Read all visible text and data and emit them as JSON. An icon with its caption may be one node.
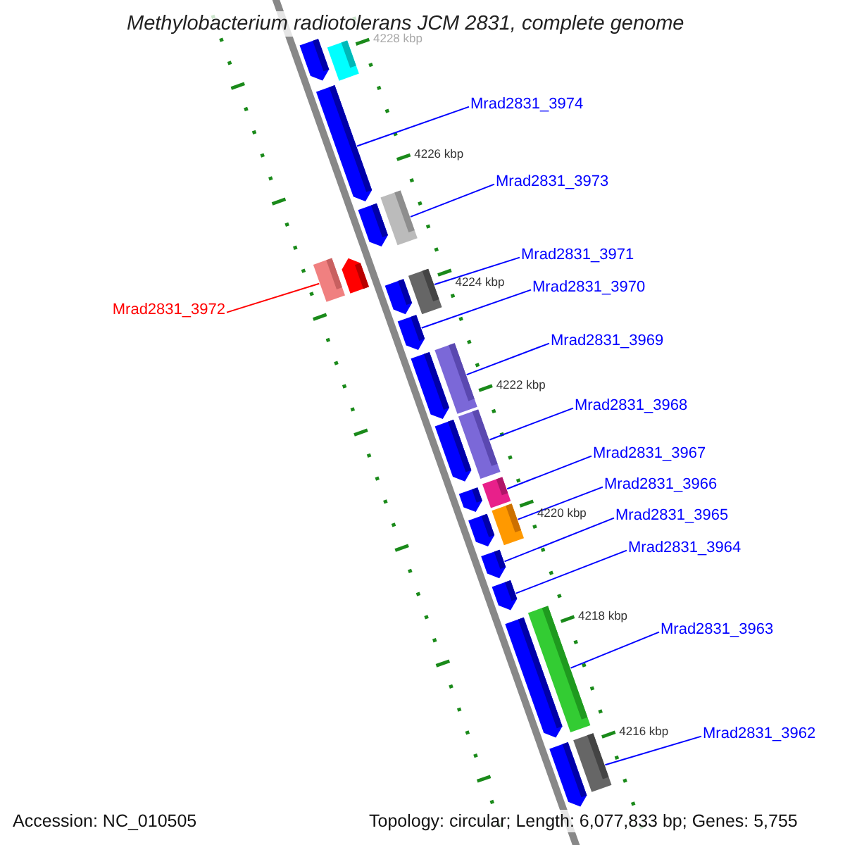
{
  "diagram": {
    "title": "Methylobacterium radiotolerans JCM 2831, complete genome",
    "nodes": [
      {
        "text": [
          "Mrad2831_3974"
        ]
      },
      {
        "text": [
          "Mrad2831_3973"
        ]
      },
      {
        "text": [
          "Mrad2831_3971"
        ]
      },
      {
        "text": [
          "Mrad2831_3970"
        ]
      },
      {
        "text": [
          "Mrad2831_3972"
        ]
      },
      {
        "text": [
          "Mrad2831_3969"
        ]
      },
      {
        "text": [
          "Mrad2831_3968"
        ]
      },
      {
        "text": [
          "Mrad2831_3967"
        ]
      },
      {
        "text": [
          "Mrad2831_3966"
        ]
      },
      {
        "text": [
          "Mrad2831_3965"
        ]
      },
      {
        "text": [
          "Mrad2831_3964"
        ]
      },
      {
        "text": [
          "Mrad2831_3963"
        ]
      },
      {
        "text": [
          "Mrad2831_3962"
        ]
      },
      {
        "text": [],
        "shape": "arrow"
      },
      {
        "text": [],
        "shape": "arrow"
      },
      {
        "text": [],
        "shape": "arrow"
      },
      {
        "text": [],
        "shape": "arrow"
      },
      {
        "text": [],
        "shape": "arrow"
      },
      {
        "text": [],
        "shape": "arrow"
      },
      {
        "text": [],
        "shape": "arrow"
      },
      {
        "text": [],
        "shape": "arrow"
      },
      {
        "text": [],
        "shape": "arrow"
      },
      {
        "text": [],
        "shape": "arrow"
      },
      {
        "text": [],
        "shape": "arrow"
      },
      {
        "text": [],
        "shape": "arrow"
      },
      {
        "text": [],
        "shape": "arrow"
      },
      {
        "text": [],
        "shape": "box"
      },
      {
        "text": [],
        "shape": "box"
      },
      {
        "text": [],
        "shape": "box"
      },
      {
        "text": [],
        "shape": "box"
      },
      {
        "text": [],
        "shape": "box"
      },
      {
        "text": [],
        "shape": "box"
      },
      {
        "text": [],
        "shape": "box"
      },
      {
        "text": [],
        "shape": "box"
      },
      {
        "text": [],
        "shape": "box"
      },
      {
        "text": [],
        "shape": "box"
      },
      {
        "text": [],
        "shape": "arrow"
      }
    ],
    "edges": [
      {
        "from": 0,
        "to": 14,
        "arrow": "none"
      },
      {
        "from": 1,
        "to": 27,
        "arrow": "none"
      },
      {
        "from": 2,
        "to": 28,
        "arrow": "none"
      },
      {
        "from": 3,
        "to": 17,
        "arrow": "none"
      },
      {
        "from": 4,
        "to": 35,
        "arrow": "none",
        "color": "#ff0000"
      },
      {
        "from": 5,
        "to": 29,
        "arrow": "none"
      },
      {
        "from": 6,
        "to": 30,
        "arrow": "none"
      },
      {
        "from": 7,
        "to": 31,
        "arrow": "none"
      },
      {
        "from": 8,
        "to": 32,
        "arrow": "none"
      },
      {
        "from": 9,
        "to": 22,
        "arrow": "none"
      },
      {
        "from": 10,
        "to": 23,
        "arrow": "none"
      },
      {
        "from": 11,
        "to": 33,
        "arrow": "none"
      },
      {
        "from": 12,
        "to": 34,
        "arrow": "none"
      }
    ],
    "labels": [
      "4228 kbp",
      "4226 kbp",
      "4224 kbp",
      "4222 kbp",
      "4220 kbp",
      "4218 kbp",
      "4216 kbp",
      "Accession: NC_010505",
      "Topology: circular; Length: 6,077,833 bp; Genes: 5,755"
    ]
  }
}
